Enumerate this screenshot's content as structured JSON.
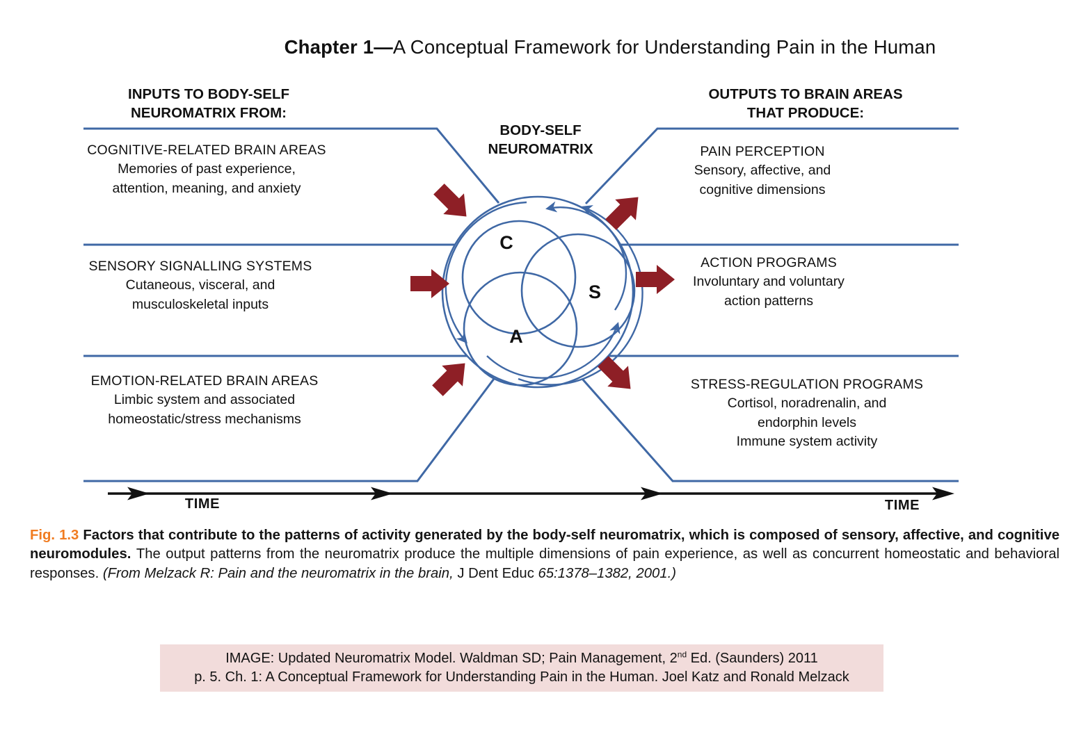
{
  "title": {
    "prefix": "Chapter 1—",
    "rest": "A Conceptual Framework for Understanding Pain in the Human"
  },
  "diagram": {
    "left_header": {
      "line1": "INPUTS TO BODY-SELF",
      "line2": "NEUROMATRIX FROM:"
    },
    "right_header": {
      "line1": "OUTPUTS TO BRAIN AREAS",
      "line2": "THAT PRODUCE:"
    },
    "center_label": {
      "line1": "BODY-SELF",
      "line2": "NEUROMATRIX"
    },
    "modules": {
      "cognitive": "C",
      "sensory": "S",
      "affective": "A"
    },
    "inputs": [
      {
        "title": "COGNITIVE-RELATED BRAIN AREAS",
        "lines": [
          "Memories of past experience,",
          "attention, meaning, and anxiety"
        ]
      },
      {
        "title": "SENSORY SIGNALLING SYSTEMS",
        "lines": [
          "Cutaneous, visceral, and",
          "musculoskeletal inputs"
        ]
      },
      {
        "title": "EMOTION-RELATED BRAIN AREAS",
        "lines": [
          "Limbic system and associated",
          "homeostatic/stress mechanisms"
        ]
      }
    ],
    "outputs": [
      {
        "title": "PAIN PERCEPTION",
        "lines": [
          "Sensory, affective, and",
          "cognitive dimensions"
        ]
      },
      {
        "title": "ACTION PROGRAMS",
        "lines": [
          "Involuntary and voluntary",
          "action patterns"
        ]
      },
      {
        "title": "STRESS-REGULATION PROGRAMS",
        "lines": [
          "Cortisol, noradrenalin, and",
          "endorphin levels",
          "Immune system activity"
        ]
      }
    ],
    "time_label_left": "TIME",
    "time_label_right": "TIME",
    "colors": {
      "line_blue": "#3f68a5",
      "arrow_red": "#8e1f26",
      "axis_black": "#111111",
      "caption_orange": "#f07c21",
      "credit_bg": "#f2dcdb"
    }
  },
  "caption": {
    "segments": [
      {
        "t": "Fig. 1.3 ",
        "s": "fig"
      },
      {
        "t": "Factors that contribute to the patterns of activity generated by the body-self neuromatrix, which is composed of sensory, affective, and cognitive neuromodules. ",
        "s": "bold"
      },
      {
        "t": "The output patterns from the neuromatrix produce the multiple dimensions of pain experience, as well as concurrent homeostatic and behavioral responses. ",
        "s": "normal"
      },
      {
        "t": "(From Melzack R: Pain and the neuromatrix in the brain,",
        "s": "italic"
      },
      {
        "t": " J Dent Educ ",
        "s": "normal"
      },
      {
        "t": "65:1378–1382, 2001.)",
        "s": "italic"
      }
    ]
  },
  "credit_box": {
    "line1": {
      "pre": "IMAGE: Updated Neuromatrix Model. Waldman SD; Pain Management, 2",
      "sup": "nd",
      "post": " Ed. (Saunders) 2011"
    },
    "line2": "p. 5. Ch. 1: A Conceptual Framework for Understanding Pain in the Human. Joel Katz and Ronald Melzack"
  }
}
